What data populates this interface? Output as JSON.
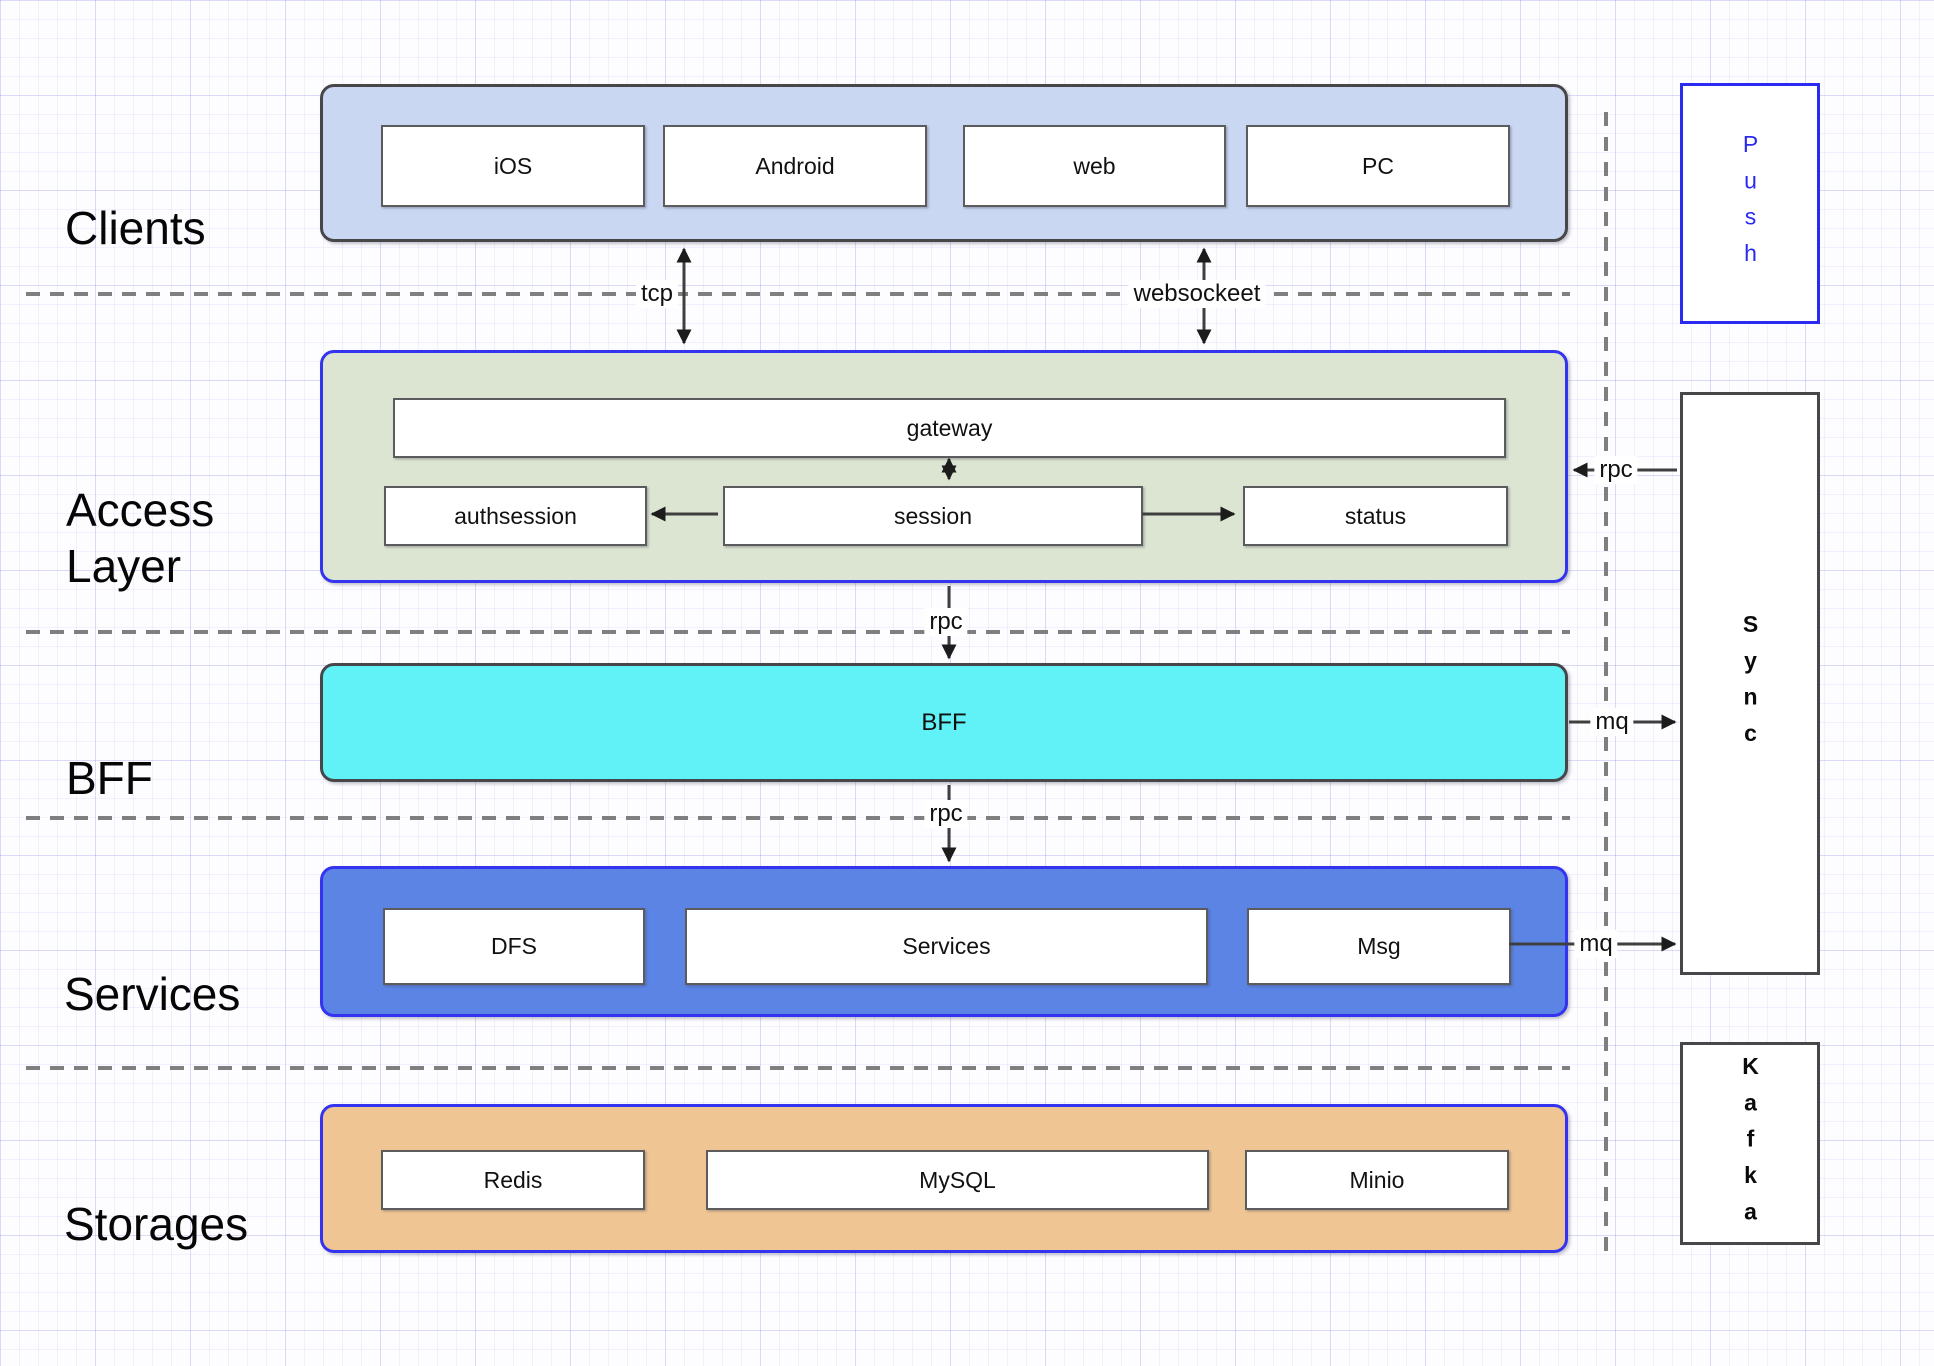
{
  "clients": {
    "label": "Clients",
    "items": [
      "iOS",
      "Android",
      "web",
      "PC"
    ]
  },
  "access": {
    "label": "Access Layer",
    "gateway": "gateway",
    "auth": "authsession",
    "session": "session",
    "status": "status"
  },
  "bff": {
    "label": "BFF",
    "node": "BFF"
  },
  "services": {
    "label": "Services",
    "items": [
      "DFS",
      "Services",
      "Msg"
    ]
  },
  "storages": {
    "label": "Storages",
    "items": [
      "Redis",
      "MySQL",
      "Minio"
    ]
  },
  "side": {
    "push": "Push",
    "sync": "Sync",
    "kafka": "Kafka"
  },
  "edges": {
    "tcp": "tcp",
    "websocket": "websockeet",
    "rpc_access_bff": "rpc",
    "rpc_bff_services": "rpc",
    "rpc_sync_access": "rpc",
    "mq_bff_sync": "mq",
    "mq_services_sync": "mq"
  },
  "colors": {
    "clients_fill": "#c9d7f2",
    "access_fill": "#dbe5d1",
    "bff_fill": "#60f2f6",
    "services_fill": "#5b84e4",
    "storages_fill": "#efc593",
    "blue_border": "#3434f0",
    "dark_border": "#47474a",
    "inner_border": "#5c5c5e",
    "push_color": "#2a2af0",
    "line_color": "#3f3f3f",
    "arrow_color": "#1c1c1c",
    "dashed_color": "#7f7f7f"
  }
}
